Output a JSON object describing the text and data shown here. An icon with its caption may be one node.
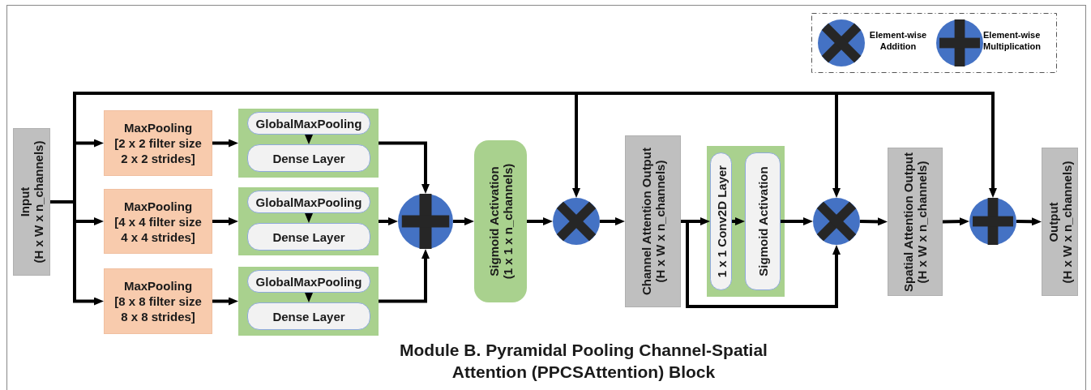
{
  "diagram": {
    "caption": "Module B. Pyramidal Pooling Channel-Spatial Attention (PPCSAttention) Block",
    "nodes": [
      {
        "text": [
          "Input",
          "(H x W x n_channels)"
        ]
      },
      {
        "text": [
          "MaxPooling",
          "[2 x 2 filter size 2 x 2 strides]"
        ]
      },
      {
        "text": [
          "MaxPooling",
          "[4 x 4 filter size 4 x 4 strides]"
        ]
      },
      {
        "text": [
          "MaxPooling",
          "[8 x 8 filter size 8 x 8 strides]"
        ]
      },
      {
        "text": [],
        "shape": "box"
      },
      {
        "text": [
          "GlobalMaxPooling"
        ],
        "in": 4
      },
      {
        "text": [
          "Dense Layer"
        ],
        "in": 4
      },
      {
        "text": [],
        "shape": "box"
      },
      {
        "text": [
          "GlobalMaxPooling"
        ],
        "in": 7
      },
      {
        "text": [
          "Dense Layer"
        ],
        "in": 7
      },
      {
        "text": [],
        "shape": "box"
      },
      {
        "text": [
          "GlobalMaxPooling"
        ],
        "in": 10
      },
      {
        "text": [
          "Dense Layer"
        ],
        "in": 10
      },
      {
        "text": [],
        "shape": "plus"
      },
      {
        "text": [
          "Sigmoid Activation",
          "(1 x 1 x n_channels)"
        ]
      },
      {
        "text": [],
        "shape": "times"
      },
      {
        "text": [
          "Channel Attention Output",
          "(H x W x n_channels)"
        ]
      },
      {
        "text": [],
        "shape": "box"
      },
      {
        "text": [
          "1 x 1 Conv2D Layer"
        ],
        "in": 17
      },
      {
        "text": [
          "Sigmoid Activation"
        ],
        "in": 17
      },
      {
        "text": [],
        "shape": "times"
      },
      {
        "text": [
          "Spatial Attention Output",
          "(H x W x n_channels)"
        ]
      },
      {
        "text": [],
        "shape": "plus"
      },
      {
        "text": [
          "Output",
          "(H x W x n_channels)"
        ]
      }
    ],
    "edges": [
      {
        "from": 0,
        "to": 1,
        "arrow": "to"
      },
      {
        "from": 0,
        "to": 2,
        "arrow": "to"
      },
      {
        "from": 0,
        "to": 3,
        "arrow": "to"
      },
      {
        "from": 0,
        "to": 15,
        "arrow": "to"
      },
      {
        "from": 0,
        "to": 20,
        "arrow": "to"
      },
      {
        "from": 0,
        "to": 22,
        "arrow": "to"
      },
      {
        "from": 1,
        "to": 4,
        "arrow": "to"
      },
      {
        "from": 5,
        "to": 6,
        "arrow": "to"
      },
      {
        "from": 2,
        "to": 7,
        "arrow": "to"
      },
      {
        "from": 8,
        "to": 9,
        "arrow": "to"
      },
      {
        "from": 3,
        "to": 10,
        "arrow": "to"
      },
      {
        "from": 11,
        "to": 12,
        "arrow": "to"
      },
      {
        "from": 4,
        "to": 13,
        "arrow": "to"
      },
      {
        "from": 7,
        "to": 13,
        "arrow": "to"
      },
      {
        "from": 10,
        "to": 13,
        "arrow": "to"
      },
      {
        "from": 13,
        "to": 14,
        "arrow": "to"
      },
      {
        "from": 14,
        "to": 15,
        "arrow": "to"
      },
      {
        "from": 15,
        "to": 16,
        "arrow": "to"
      },
      {
        "from": 16,
        "to": 18,
        "arrow": "to"
      },
      {
        "from": 18,
        "to": 19,
        "arrow": "to"
      },
      {
        "from": 19,
        "to": 20,
        "arrow": "to"
      },
      {
        "from": 16,
        "to": 20,
        "arrow": "to"
      },
      {
        "from": 20,
        "to": 21,
        "arrow": "to"
      },
      {
        "from": 21,
        "to": 22,
        "arrow": "to"
      },
      {
        "from": 22,
        "to": 23,
        "arrow": "to"
      }
    ],
    "legend": [
      {
        "text": "Element-wise Addition"
      },
      {
        "text": "Element-wise Multiplication"
      }
    ]
  }
}
